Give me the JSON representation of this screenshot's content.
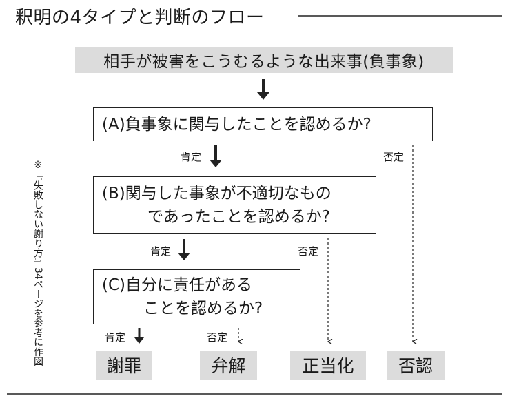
{
  "title": "釈明の4タイプと判断のフロー",
  "start": "相手が被害をこうむるような出来事(負事象)",
  "questions": {
    "a": "(A)負事象に関与したことを認めるか?",
    "b_line1": "(B)関与した事象が不適切なもの",
    "b_line2": "であったことを認めるか?",
    "c_line1": "(C)自分に責任がある",
    "c_line2": "ことを認めるか?"
  },
  "edge_labels": {
    "yes": "肯定",
    "no": "否定"
  },
  "outcomes": [
    "謝罪",
    "弁解",
    "正当化",
    "否認"
  ],
  "side_note": "※『失敗しない謝り方』34ページを参考に作図",
  "colors": {
    "box_fill": "#dcdcdc",
    "line": "#222222"
  }
}
